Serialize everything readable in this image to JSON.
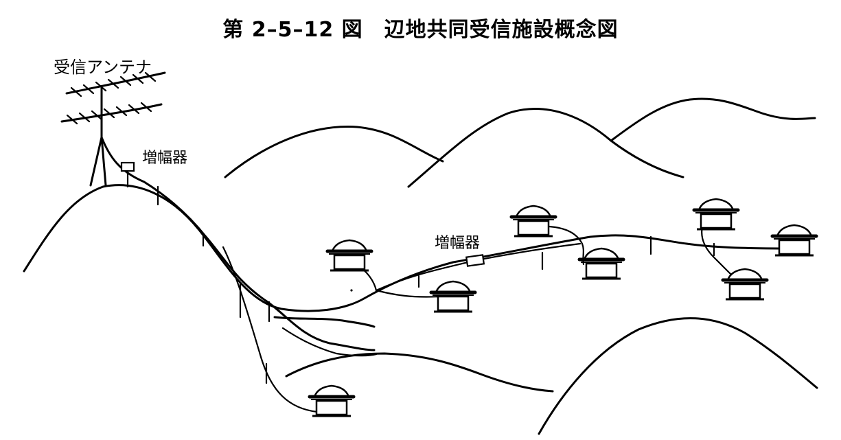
{
  "title": "第 2–5–12 図　辺地共同受信施設概念図",
  "labels": {
    "antenna": "受信アンテナ",
    "amplifier_1": "増幅器",
    "amplifier_2": "増幅器"
  },
  "colors": {
    "ink": "#000000",
    "background": "#ffffff"
  },
  "elements": {
    "receiving_antenna": 1,
    "amplifiers": 2,
    "houses": 8,
    "hills": 6
  }
}
